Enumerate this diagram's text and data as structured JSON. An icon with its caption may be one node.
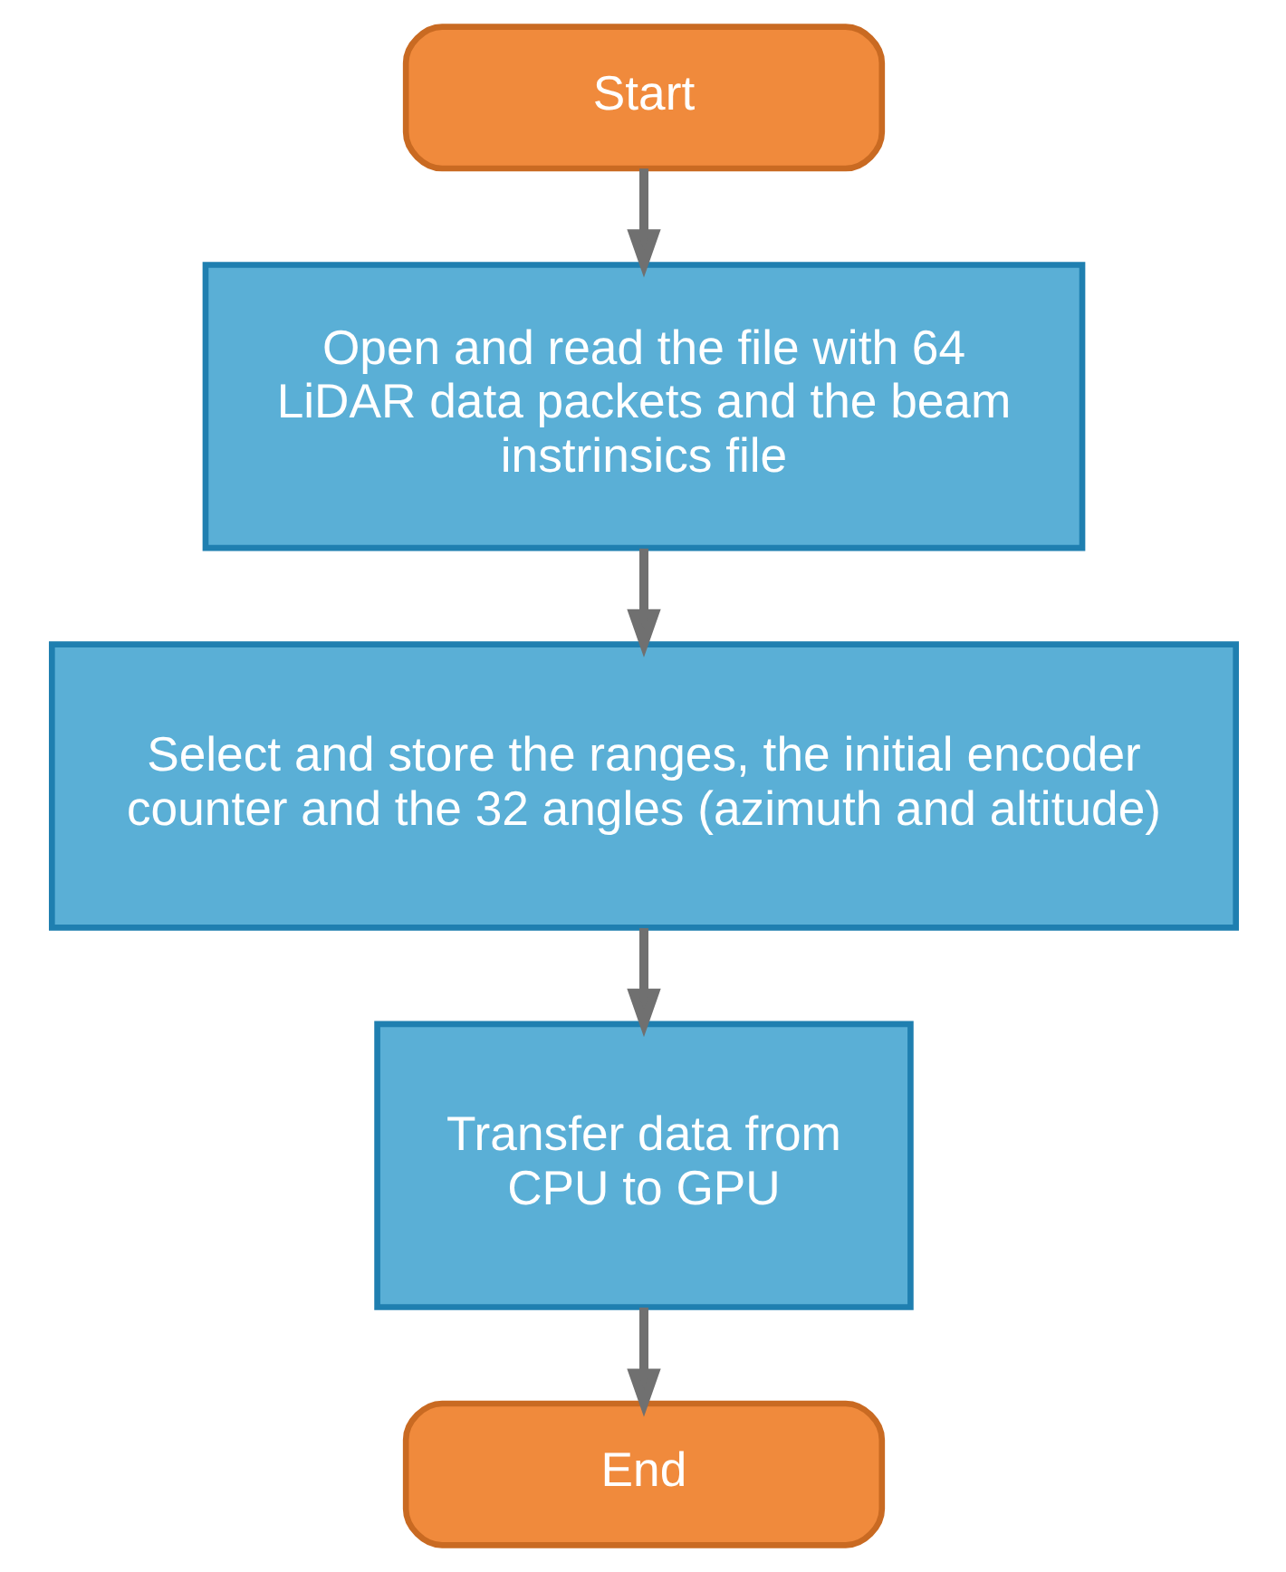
{
  "diagram": {
    "nodes": [
      {
        "text": [
          "Start"
        ]
      },
      {
        "text": [
          "Open and read the file with 64 LiDAR data packets and the beam instrinsics file"
        ]
      },
      {
        "text": [
          "Select and store the ranges, the initial encoder counter and the 32 angles (azimuth and altitude)"
        ]
      },
      {
        "text": [
          "Transfer data from CPU to GPU"
        ]
      },
      {
        "text": [
          "End"
        ]
      }
    ],
    "edges": [
      {
        "from": 0,
        "to": 1,
        "arrow": "to"
      },
      {
        "from": 1,
        "to": 2,
        "arrow": "to"
      },
      {
        "from": 2,
        "to": 3,
        "arrow": "to"
      },
      {
        "from": 3,
        "to": 4,
        "arrow": "to"
      }
    ]
  }
}
